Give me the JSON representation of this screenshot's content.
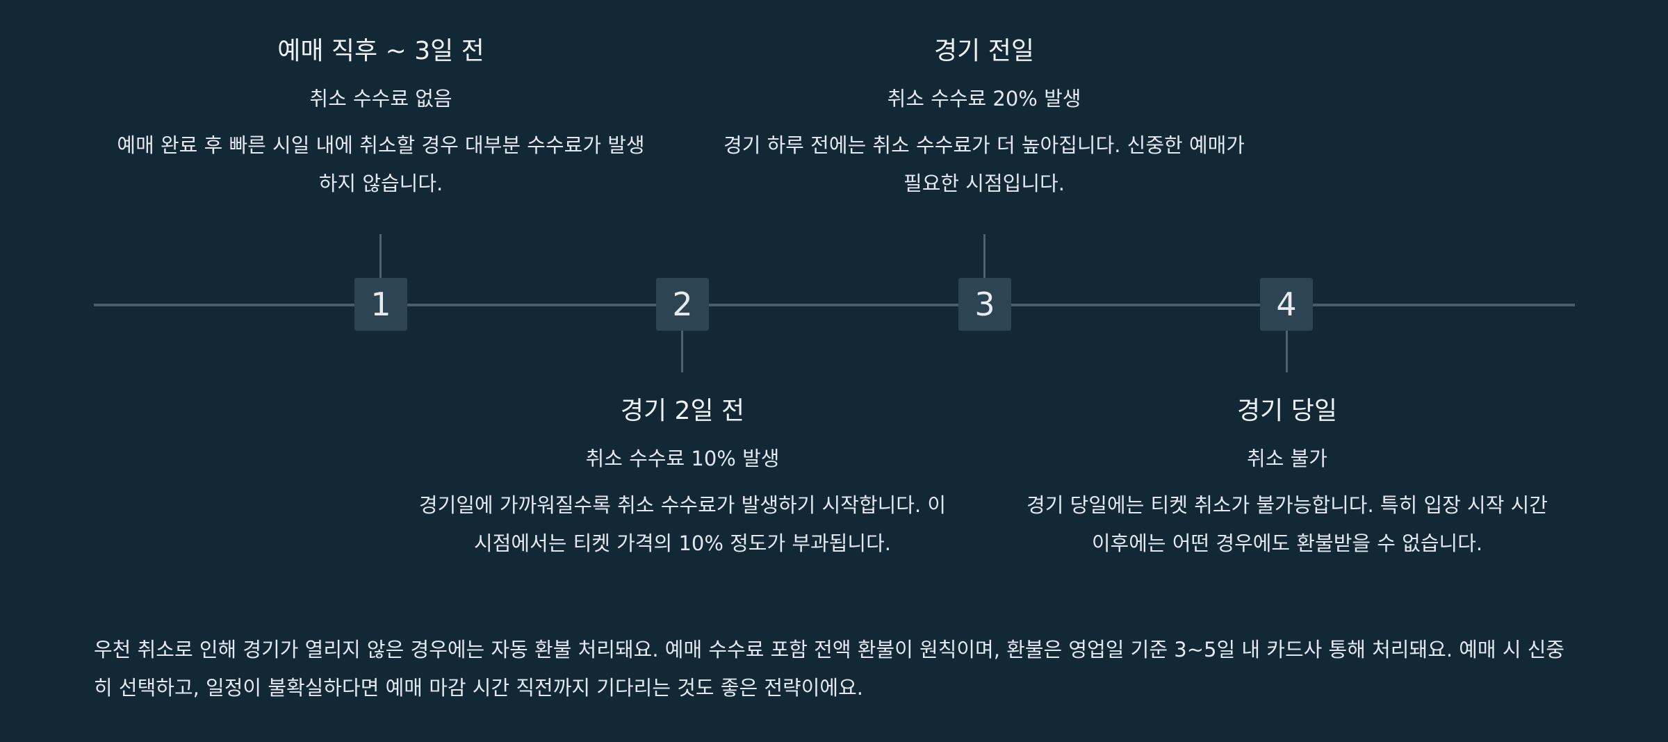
{
  "steps": [
    {
      "number": "1",
      "title": "예매 직후 ~ 3일 전",
      "fee": "취소 수수료 없음",
      "description": "예매 완료 후 빠른 시일 내에 취소할 경우 대부분 수수료가 발생하지 않습니다."
    },
    {
      "number": "2",
      "title": "경기 2일 전",
      "fee": "취소 수수료 10% 발생",
      "description": "경기일에 가까워질수록 취소 수수료가 발생하기 시작합니다. 이 시점에서는 티켓 가격의 10% 정도가 부과됩니다."
    },
    {
      "number": "3",
      "title": "경기 전일",
      "fee": "취소 수수료 20% 발생",
      "description": "경기 하루 전에는 취소 수수료가 더 높아집니다. 신중한 예매가 필요한 시점입니다."
    },
    {
      "number": "4",
      "title": "경기 당일",
      "fee": "취소 불가",
      "description": "경기 당일에는 티켓 취소가 불가능합니다. 특히 입장 시작 시간 이후에는 어떤 경우에도 환불받을 수 없습니다."
    }
  ],
  "note": "우천 취소로 인해 경기가 열리지 않은 경우에는 자동 환불 처리돼요. 예매 수수료 포함 전액 환불이 원칙이며, 환불은 영업일 기준 3~5일 내 카드사 통해 처리돼요. 예매 시 신중히 선택하고, 일정이 불확실하다면 예매 마감 시간 직전까지 기다리는 것도 좋은 전략이에요."
}
